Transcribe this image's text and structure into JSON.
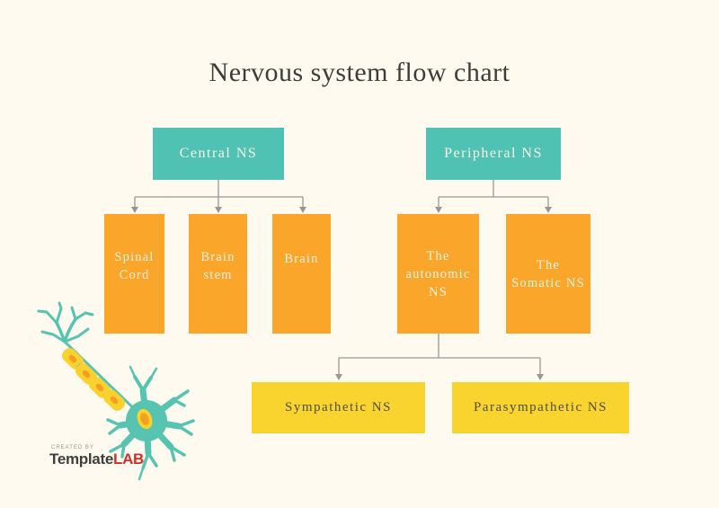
{
  "title": "Nervous system flow chart",
  "colors": {
    "background": "#FEFAEF",
    "teal": "#50C2B4",
    "orange": "#FAA62A",
    "yellow": "#F9D42F",
    "line": "#979797",
    "title_text": "#3E3D39",
    "light_text": "#F8F2E3",
    "dark_text": "#4F4E46",
    "neuron_teal": "#57C3B1",
    "neuron_yellow": "#FBD12E",
    "neuron_orange": "#F59E1F",
    "logo_dark": "#3E3E3E",
    "logo_red": "#D92C27"
  },
  "nodes": {
    "central": {
      "label": "Central NS"
    },
    "peripheral": {
      "label": "Peripheral NS"
    },
    "spinal": {
      "label": "Spinal Cord"
    },
    "brainstem": {
      "label": "Brain stem"
    },
    "brain": {
      "label": "Brain"
    },
    "autonomic": {
      "label": "The autonomic NS"
    },
    "somatic": {
      "label": "The Somatic NS"
    },
    "sympathetic": {
      "label": "Sympathetic NS"
    },
    "parasympathetic": {
      "label": "Parasympathetic NS"
    }
  },
  "logo": {
    "tagline": "Created by",
    "name_primary": "Template",
    "name_accent": "LAB"
  }
}
